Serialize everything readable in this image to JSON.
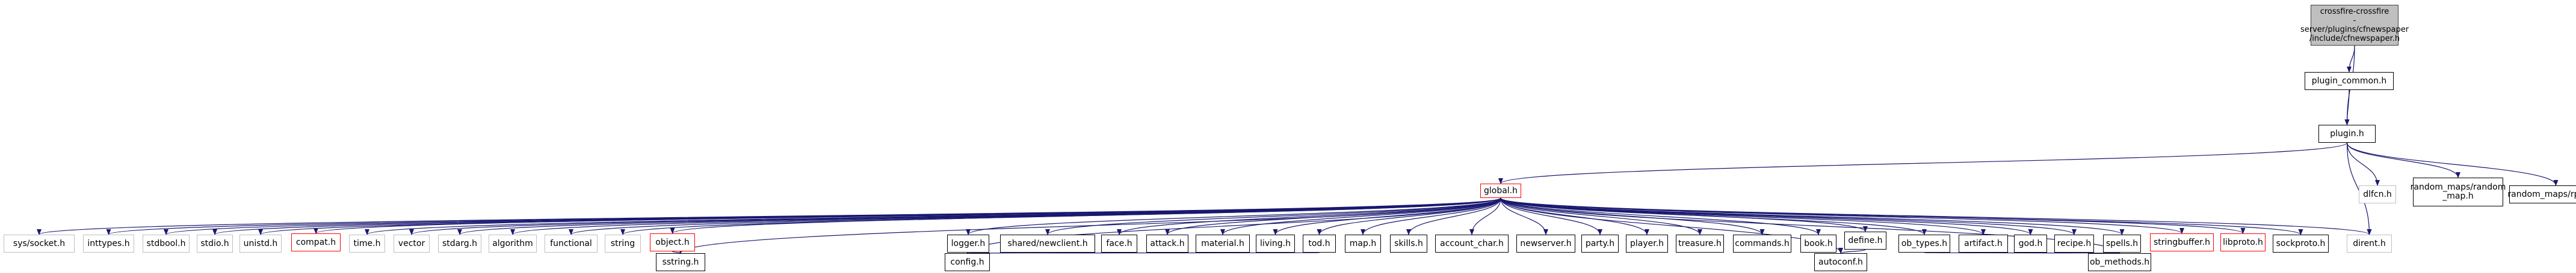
{
  "colors": {
    "edge": "#191970",
    "node_border": "#000000",
    "external_border": "#bfbfbf",
    "missing_border": "#ff0000",
    "root_fill": "#bfbfbf"
  },
  "nodes": [
    {
      "id": "root",
      "label": "crossfire-crossfire\n-server/plugins/cfnewspaper\n/include/cfnewspaper.h",
      "style": "root"
    },
    {
      "id": "plugin_common",
      "label": "plugin_common.h",
      "style": "normal"
    },
    {
      "id": "plugin",
      "label": "plugin.h",
      "style": "normal"
    },
    {
      "id": "global",
      "label": "global.h",
      "style": "red"
    },
    {
      "id": "dlfcn",
      "label": "dlfcn.h",
      "style": "grey"
    },
    {
      "id": "random_map",
      "label": "random_maps/random\n_map.h",
      "style": "normal"
    },
    {
      "id": "rproto",
      "label": "random_maps/rproto.h",
      "style": "normal"
    },
    {
      "id": "socket",
      "label": "sys/socket.h",
      "style": "grey"
    },
    {
      "id": "inttypes",
      "label": "inttypes.h",
      "style": "grey"
    },
    {
      "id": "stdbool",
      "label": "stdbool.h",
      "style": "grey"
    },
    {
      "id": "stdio",
      "label": "stdio.h",
      "style": "grey"
    },
    {
      "id": "unistd",
      "label": "unistd.h",
      "style": "grey"
    },
    {
      "id": "compat",
      "label": "compat.h",
      "style": "red"
    },
    {
      "id": "time",
      "label": "time.h",
      "style": "grey"
    },
    {
      "id": "vector",
      "label": "vector",
      "style": "grey"
    },
    {
      "id": "stdarg",
      "label": "stdarg.h",
      "style": "grey"
    },
    {
      "id": "algorithm",
      "label": "algorithm",
      "style": "grey"
    },
    {
      "id": "functional",
      "label": "functional",
      "style": "grey"
    },
    {
      "id": "string",
      "label": "string",
      "style": "grey"
    },
    {
      "id": "object",
      "label": "object.h",
      "style": "red"
    },
    {
      "id": "logger",
      "label": "logger.h",
      "style": "normal"
    },
    {
      "id": "newclient",
      "label": "shared/newclient.h",
      "style": "normal"
    },
    {
      "id": "face",
      "label": "face.h",
      "style": "normal"
    },
    {
      "id": "attack",
      "label": "attack.h",
      "style": "normal"
    },
    {
      "id": "material",
      "label": "material.h",
      "style": "normal"
    },
    {
      "id": "living",
      "label": "living.h",
      "style": "normal"
    },
    {
      "id": "tod",
      "label": "tod.h",
      "style": "normal"
    },
    {
      "id": "map",
      "label": "map.h",
      "style": "normal"
    },
    {
      "id": "skills",
      "label": "skills.h",
      "style": "normal"
    },
    {
      "id": "account_char",
      "label": "account_char.h",
      "style": "normal"
    },
    {
      "id": "newserver",
      "label": "newserver.h",
      "style": "normal"
    },
    {
      "id": "party",
      "label": "party.h",
      "style": "normal"
    },
    {
      "id": "player",
      "label": "player.h",
      "style": "normal"
    },
    {
      "id": "treasure",
      "label": "treasure.h",
      "style": "normal"
    },
    {
      "id": "commands",
      "label": "commands.h",
      "style": "normal"
    },
    {
      "id": "book",
      "label": "book.h",
      "style": "normal"
    },
    {
      "id": "define",
      "label": "define.h",
      "style": "normal"
    },
    {
      "id": "ob_types",
      "label": "ob_types.h",
      "style": "normal"
    },
    {
      "id": "artifact",
      "label": "artifact.h",
      "style": "normal"
    },
    {
      "id": "god",
      "label": "god.h",
      "style": "normal"
    },
    {
      "id": "recipe",
      "label": "recipe.h",
      "style": "normal"
    },
    {
      "id": "spells",
      "label": "spells.h",
      "style": "normal"
    },
    {
      "id": "stringbuffer",
      "label": "stringbuffer.h",
      "style": "red"
    },
    {
      "id": "libproto",
      "label": "libproto.h",
      "style": "red"
    },
    {
      "id": "sockproto",
      "label": "sockproto.h",
      "style": "normal"
    },
    {
      "id": "dirent",
      "label": "dirent.h",
      "style": "grey"
    },
    {
      "id": "sstring",
      "label": "sstring.h",
      "style": "normal"
    },
    {
      "id": "config",
      "label": "config.h",
      "style": "normal"
    },
    {
      "id": "autoconf",
      "label": "autoconf.h",
      "style": "normal"
    },
    {
      "id": "ob_methods",
      "label": "ob_methods.h",
      "style": "normal"
    }
  ],
  "edges": [
    [
      "root",
      "plugin_common"
    ],
    [
      "root",
      "plugin"
    ],
    [
      "plugin_common",
      "plugin"
    ],
    [
      "plugin",
      "global"
    ],
    [
      "plugin",
      "dlfcn"
    ],
    [
      "plugin",
      "random_map"
    ],
    [
      "plugin",
      "rproto"
    ],
    [
      "plugin",
      "dirent"
    ],
    [
      "global",
      "socket"
    ],
    [
      "global",
      "inttypes"
    ],
    [
      "global",
      "stdbool"
    ],
    [
      "global",
      "stdio"
    ],
    [
      "global",
      "unistd"
    ],
    [
      "global",
      "compat"
    ],
    [
      "global",
      "time"
    ],
    [
      "global",
      "vector"
    ],
    [
      "global",
      "stdarg"
    ],
    [
      "global",
      "algorithm"
    ],
    [
      "global",
      "functional"
    ],
    [
      "global",
      "string"
    ],
    [
      "global",
      "object"
    ],
    [
      "global",
      "sstring"
    ],
    [
      "global",
      "config"
    ],
    [
      "global",
      "logger"
    ],
    [
      "global",
      "newclient"
    ],
    [
      "global",
      "face"
    ],
    [
      "global",
      "attack"
    ],
    [
      "global",
      "material"
    ],
    [
      "global",
      "living"
    ],
    [
      "global",
      "tod"
    ],
    [
      "global",
      "map"
    ],
    [
      "global",
      "skills"
    ],
    [
      "global",
      "autoconf"
    ],
    [
      "global",
      "account_char"
    ],
    [
      "global",
      "newserver"
    ],
    [
      "global",
      "party"
    ],
    [
      "global",
      "player"
    ],
    [
      "global",
      "treasure"
    ],
    [
      "global",
      "commands"
    ],
    [
      "global",
      "book"
    ],
    [
      "global",
      "define"
    ],
    [
      "global",
      "ob_types"
    ],
    [
      "global",
      "artifact"
    ],
    [
      "global",
      "god"
    ],
    [
      "global",
      "recipe"
    ],
    [
      "global",
      "spells"
    ],
    [
      "global",
      "stringbuffer"
    ],
    [
      "global",
      "libproto"
    ],
    [
      "global",
      "sockproto"
    ],
    [
      "global",
      "dirent"
    ],
    [
      "global",
      "ob_methods"
    ],
    [
      "object",
      "sstring"
    ],
    [
      "tod",
      "config"
    ],
    [
      "define",
      "autoconf"
    ],
    [
      "ob_types",
      "ob_methods"
    ]
  ]
}
